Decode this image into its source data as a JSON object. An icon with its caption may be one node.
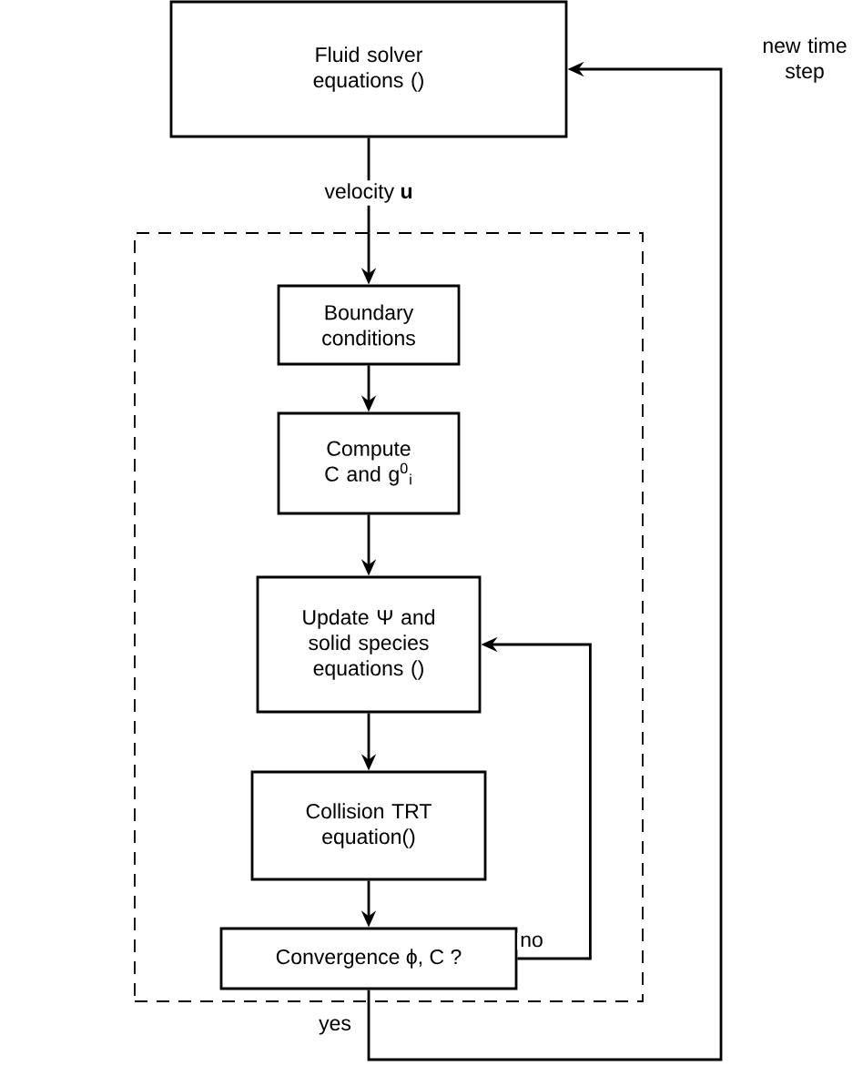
{
  "diagram": {
    "nodes": [
      {
        "text": [
          "Fluid solver equations ()"
        ]
      },
      {
        "text": [],
        "shape": "box"
      },
      {
        "text": [
          "Boundary conditions"
        ],
        "in": 1
      },
      {
        "text": [
          "Compute C and g$^{0}$$_{i}$"
        ],
        "in": 1
      },
      {
        "text": [
          "Update Ψ and solid species equations ()"
        ],
        "in": 1
      },
      {
        "text": [
          "Collision TRT equation()"
        ],
        "in": 1
      },
      {
        "text": [
          "Convergence ϕ, C ?"
        ],
        "in": 1
      }
    ],
    "edges": [
      {
        "from": 0,
        "to": 2,
        "arrow": "to",
        "label": "velocity **u**"
      },
      {
        "from": 2,
        "to": 3,
        "arrow": "to"
      },
      {
        "from": 3,
        "to": 4,
        "arrow": "to"
      },
      {
        "from": 4,
        "to": 5,
        "arrow": "to"
      },
      {
        "from": 5,
        "to": 6,
        "arrow": "to"
      },
      {
        "from": 6,
        "to": 4,
        "arrow": "to",
        "label": "no"
      },
      {
        "from": 6,
        "to": 0,
        "arrow": "to",
        "label": "yes"
      }
    ],
    "labels": [
      "new time step"
    ]
  }
}
